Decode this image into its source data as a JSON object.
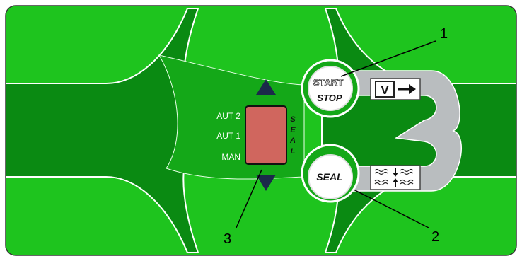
{
  "panel": {
    "colors": {
      "outer_green": "#1ec41e",
      "dark_green": "#0a8a12",
      "mid_green": "#14a818",
      "display_red": "#d0665e",
      "loop_gray": "#b9bdbf",
      "button_white": "#ffffff",
      "arrow_navy": "#1b2a4a"
    }
  },
  "mode_selector": {
    "modes": [
      "AUT 2",
      "AUT 1",
      "MAN"
    ],
    "vertical_label": [
      "S",
      "E",
      "A",
      "L"
    ],
    "up_arrow": "triangle-up-icon",
    "down_arrow": "triangle-down-icon"
  },
  "buttons": {
    "start_stop": {
      "line1": "START",
      "line2": "STOP"
    },
    "seal": {
      "label": "SEAL"
    }
  },
  "indicators": {
    "speed": {
      "label": "V",
      "icon": "arrow-right-icon"
    },
    "seal_bars": {
      "icon": "seal-bars-icon"
    }
  },
  "callouts": [
    "1",
    "2",
    "3"
  ]
}
